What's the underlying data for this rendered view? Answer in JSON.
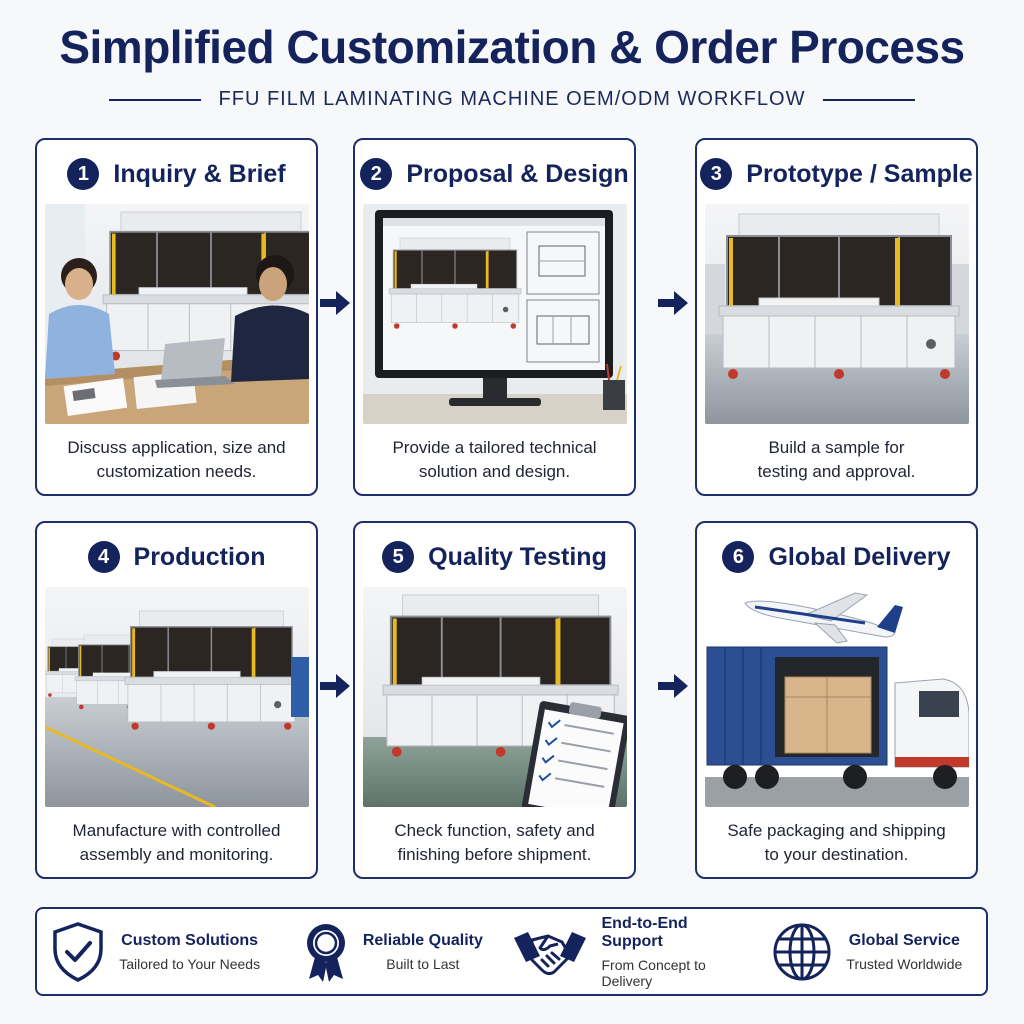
{
  "header": {
    "title": "Simplified Customization & Order Process",
    "subtitle": "FFU FILM LAMINATING MACHINE OEM/ODM WORKFLOW"
  },
  "steps": [
    {
      "num": "1",
      "title": "Inquiry & Brief",
      "desc_line1": "Discuss application, size and",
      "desc_line2": "customization needs.",
      "icon": "meeting-photo"
    },
    {
      "num": "2",
      "title": "Proposal & Design",
      "desc_line1": "Provide a tailored technical",
      "desc_line2": "solution and design.",
      "icon": "cad-monitor-photo"
    },
    {
      "num": "3",
      "title": "Prototype / Sample",
      "desc_line1": "Build a sample for",
      "desc_line2": "testing and approval.",
      "icon": "prototype-machine-photo"
    },
    {
      "num": "4",
      "title": "Production",
      "desc_line1": "Manufacture with controlled",
      "desc_line2": "assembly and monitoring.",
      "icon": "production-line-photo"
    },
    {
      "num": "5",
      "title": "Quality Testing",
      "desc_line1": "Check function, safety and",
      "desc_line2": "finishing before shipment.",
      "icon": "quality-check-photo"
    },
    {
      "num": "6",
      "title": "Global Delivery",
      "desc_line1": "Safe packaging and shipping",
      "desc_line2": "to your destination.",
      "icon": "delivery-truck-plane-photo"
    }
  ],
  "features": [
    {
      "title": "Custom Solutions",
      "sub": "Tailored to Your Needs",
      "icon": "shield-check-icon"
    },
    {
      "title": "Reliable Quality",
      "sub": "Built to Last",
      "icon": "award-ribbon-icon"
    },
    {
      "title": "End-to-End Support",
      "sub": "From Concept to Delivery",
      "icon": "handshake-icon"
    },
    {
      "title": "Global Service",
      "sub": "Trusted Worldwide",
      "icon": "globe-icon"
    }
  ],
  "colors": {
    "navy": "#14235c",
    "border": "#1c2f6b",
    "background": "#f7f8fa",
    "accent_yellow": "#e8b923"
  }
}
